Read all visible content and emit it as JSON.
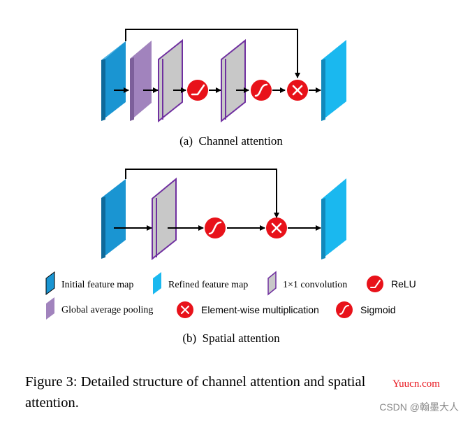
{
  "panel_a": {
    "caption": "(a)  Channel attention"
  },
  "panel_b": {
    "caption": "(b)  Spatial attention"
  },
  "legend": {
    "initial_feature_map": "Initial feature map",
    "refined_feature_map": "Refined feature map",
    "conv_1x1": "1×1 convolution",
    "relu": "ReLU",
    "global_average_pooling": "Global average pooling",
    "element_wise_multiplication": "Element-wise multiplication",
    "sigmoid": "Sigmoid"
  },
  "figure_caption": {
    "line1": "Figure 3: Detailed structure of channel attention and spatial",
    "line2": "attention."
  },
  "watermarks": {
    "site": "Yuucn.com",
    "csdn": "CSDN @翰墨大人"
  },
  "colors": {
    "initial_map": "#1a95d2",
    "refined_map": "#1ab8ef",
    "pooling": "#a183bd",
    "conv": "#c8c8c8",
    "conv_border": "#7030a0",
    "operator": "#e8121a",
    "watermark_site": "#e8121a",
    "watermark_csdn": "#8a8a8a"
  },
  "icons": [
    "relu-icon",
    "sigmoid-icon",
    "multiply-icon"
  ]
}
